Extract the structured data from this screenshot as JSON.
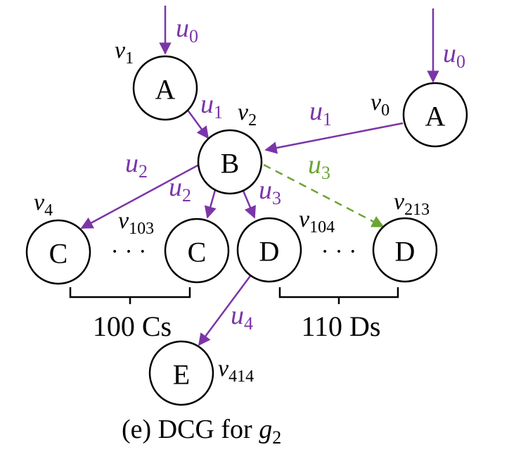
{
  "colors": {
    "edge": "#7b35a8",
    "dashed_edge": "#6aa534",
    "node_stroke": "#000000"
  },
  "nodes": [
    {
      "id": "v1",
      "letter": "A",
      "label_base": "v",
      "label_sub": "1"
    },
    {
      "id": "v0",
      "letter": "A",
      "label_base": "v",
      "label_sub": "0"
    },
    {
      "id": "v2",
      "letter": "B",
      "label_base": "v",
      "label_sub": "2"
    },
    {
      "id": "v4",
      "letter": "C",
      "label_base": "v",
      "label_sub": "4"
    },
    {
      "id": "v103",
      "letter": "C",
      "label_base": "v",
      "label_sub": "103"
    },
    {
      "id": "v104",
      "letter": "D",
      "label_base": "v",
      "label_sub": "104"
    },
    {
      "id": "v213",
      "letter": "D",
      "label_base": "v",
      "label_sub": "213"
    },
    {
      "id": "v414",
      "letter": "E",
      "label_base": "v",
      "label_sub": "414"
    }
  ],
  "edges": [
    {
      "id": "in-v1",
      "from": null,
      "to": "v1",
      "label_base": "u",
      "label_sub": "0",
      "style": "solid"
    },
    {
      "id": "in-v0",
      "from": null,
      "to": "v0",
      "label_base": "u",
      "label_sub": "0",
      "style": "solid"
    },
    {
      "id": "v1-v2",
      "from": "v1",
      "to": "v2",
      "label_base": "u",
      "label_sub": "1",
      "style": "solid"
    },
    {
      "id": "v0-v2",
      "from": "v0",
      "to": "v2",
      "label_base": "u",
      "label_sub": "1",
      "style": "solid"
    },
    {
      "id": "v2-v4",
      "from": "v2",
      "to": "v4",
      "label_base": "u",
      "label_sub": "2",
      "style": "solid"
    },
    {
      "id": "v2-v103",
      "from": "v2",
      "to": "v103",
      "label_base": "u",
      "label_sub": "2",
      "style": "solid"
    },
    {
      "id": "v2-v104",
      "from": "v2",
      "to": "v104",
      "label_base": "u",
      "label_sub": "3",
      "style": "solid"
    },
    {
      "id": "v2-v213",
      "from": "v2",
      "to": "v213",
      "label_base": "u",
      "label_sub": "3",
      "style": "dashed"
    },
    {
      "id": "v104-v414",
      "from": "v104",
      "to": "v414",
      "label_base": "u",
      "label_sub": "4",
      "style": "solid"
    }
  ],
  "ellipsis": "· · ·",
  "groups": [
    {
      "id": "cs",
      "label": "100 Cs"
    },
    {
      "id": "ds",
      "label": "110 Ds"
    }
  ],
  "caption": {
    "prefix": "(e) DCG for ",
    "var_base": "g",
    "var_sub": "2"
  }
}
